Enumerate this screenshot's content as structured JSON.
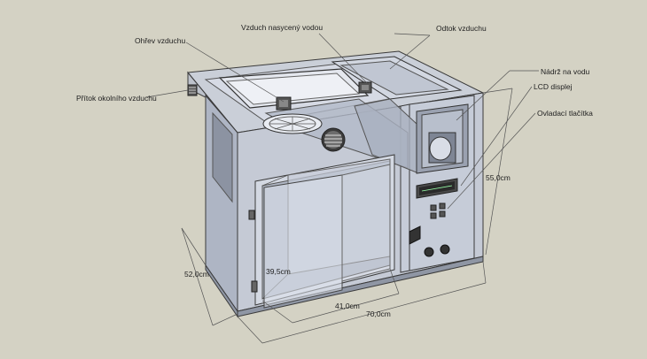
{
  "labels": {
    "air_heating": "Ohřev vzduchu",
    "saturated_air": "Vzduch nasycený  vodou",
    "air_outlet": "Odtok vzduchu",
    "ambient_inlet": "Přítok okolního vzduchu",
    "water_tank": "Nádrž na vodu",
    "lcd_display": "LCD displej",
    "control_buttons": "Ovladací tlačítka"
  },
  "dimensions": {
    "height": "52,0cm",
    "inner_height": "39,5cm",
    "inner_width": "41,0cm",
    "width": "70,0cm",
    "depth": "55,0cm"
  },
  "colors": {
    "background": "#d4d2c4",
    "glass": "#c3c9d6",
    "glass_light": "#dfe3ec",
    "edge": "#3a3a3a"
  }
}
